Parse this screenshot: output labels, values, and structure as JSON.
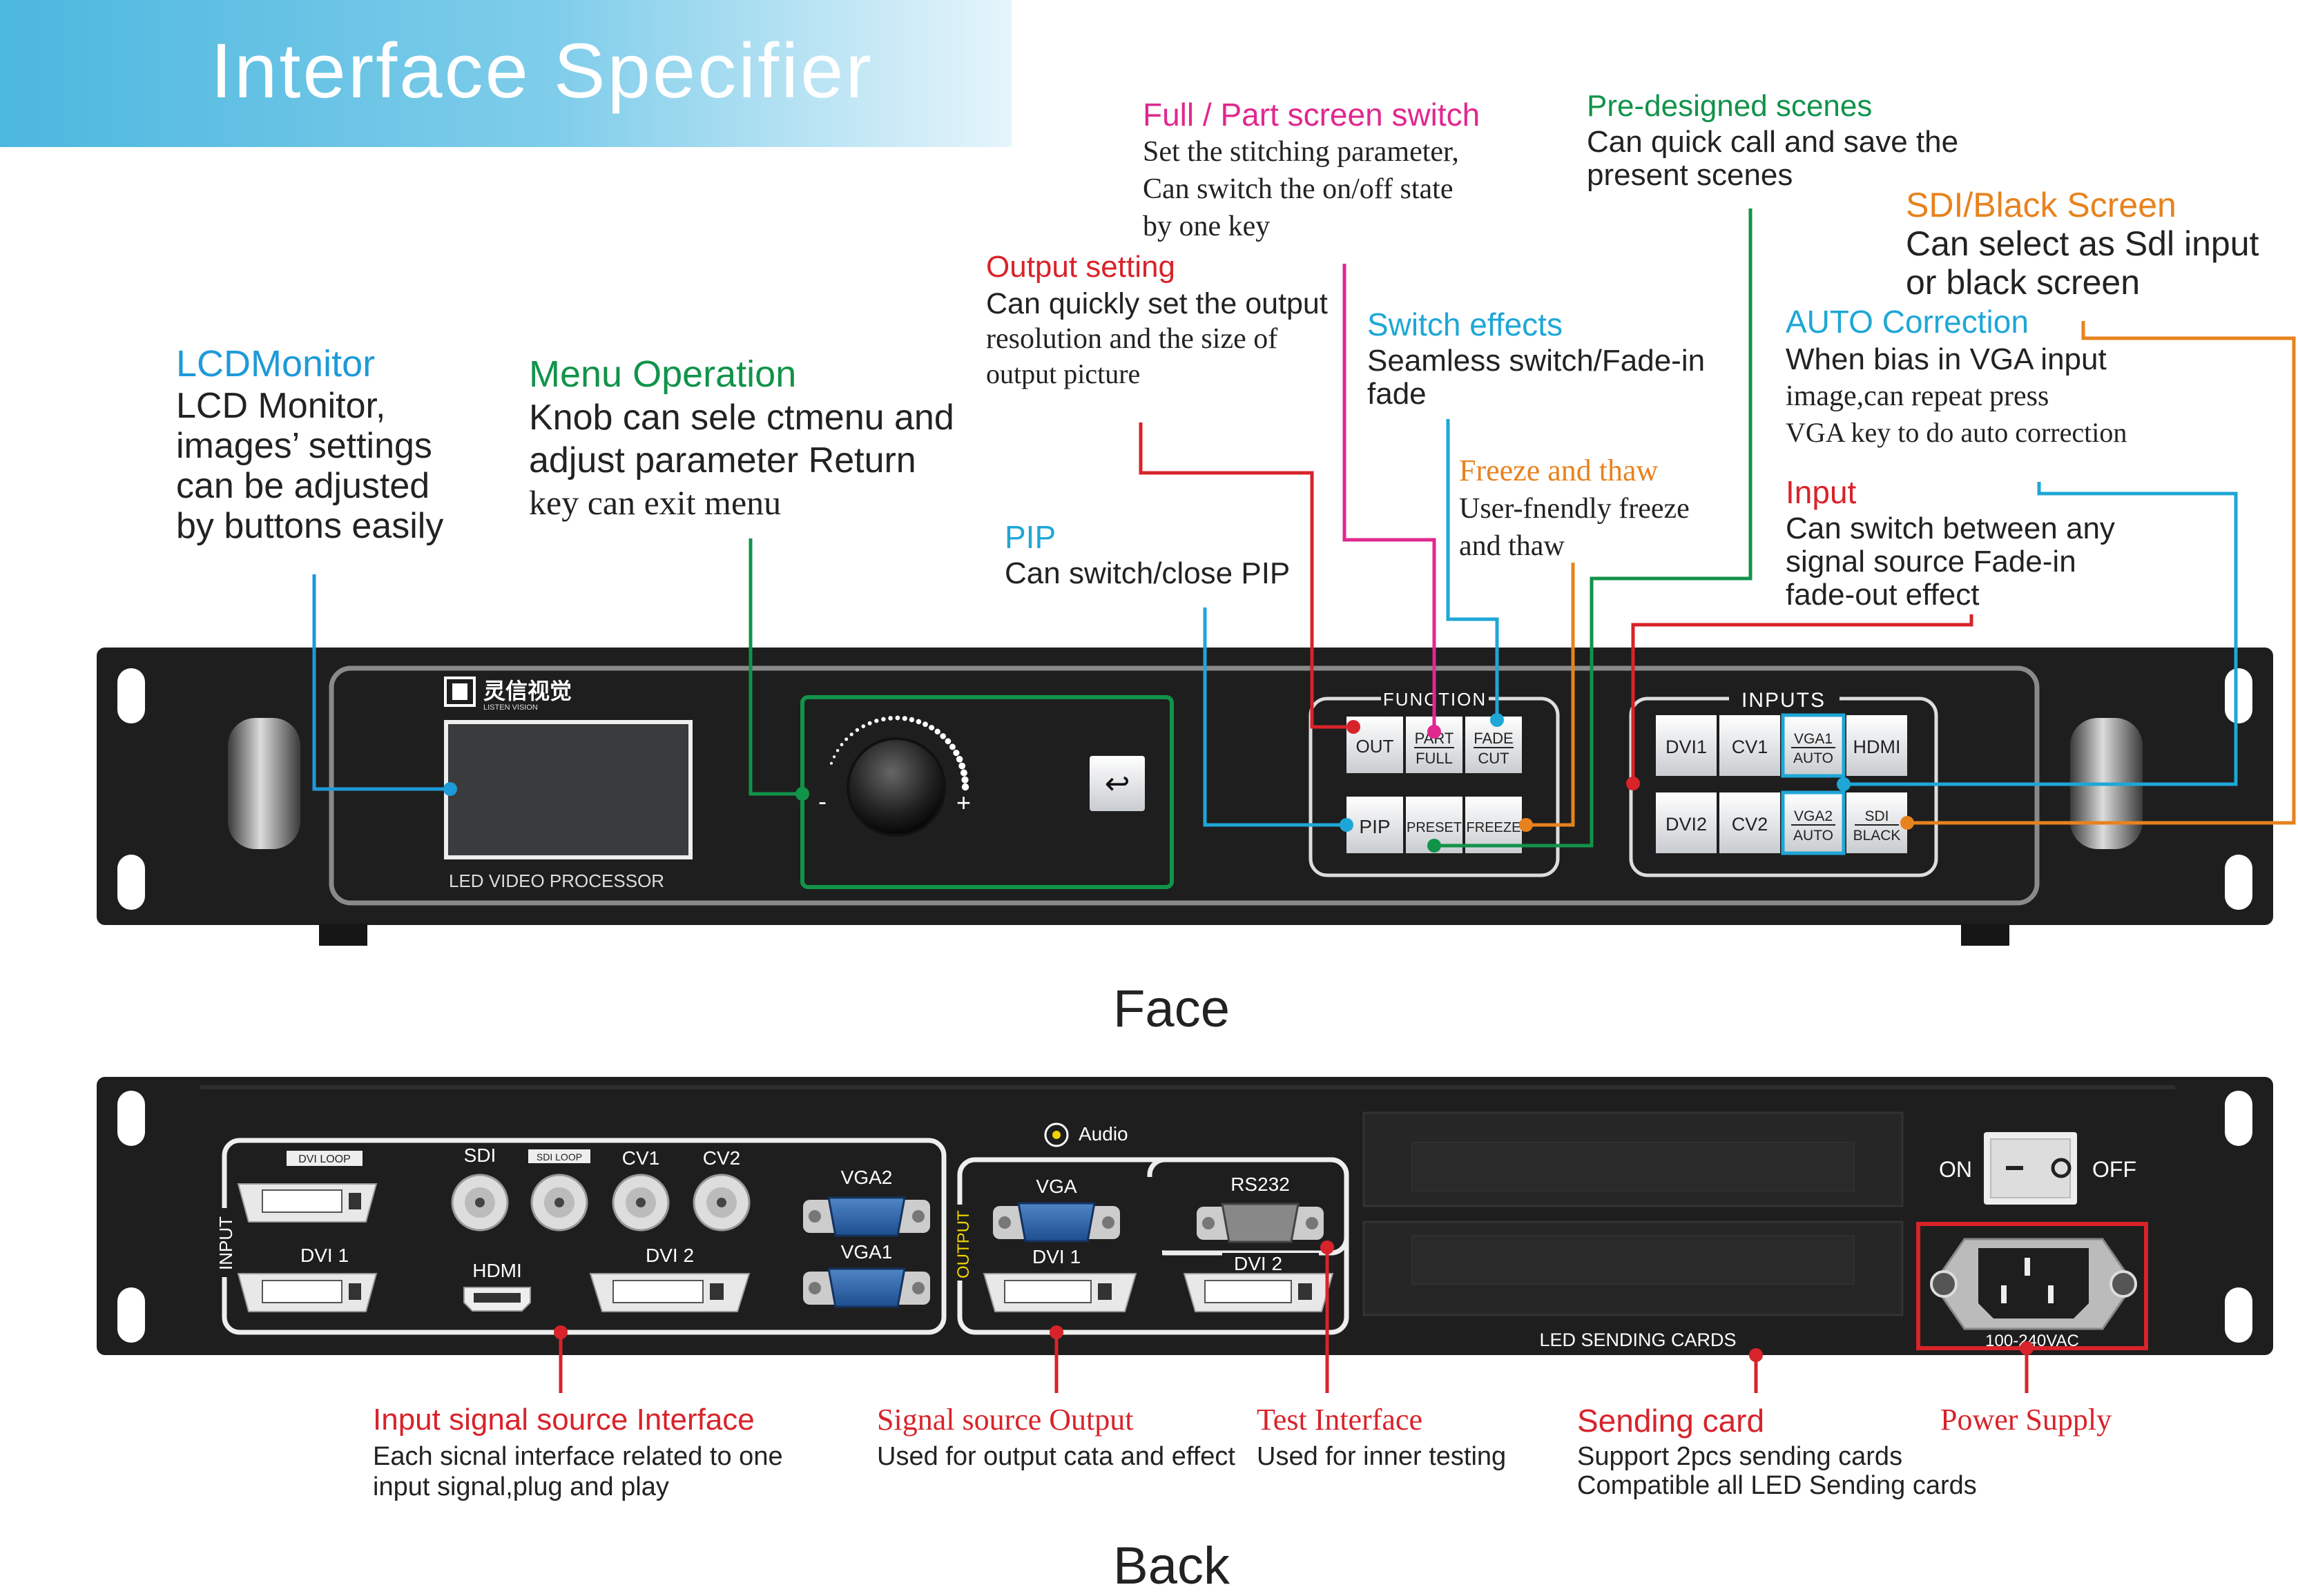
{
  "banner": {
    "title": "Interface Specifier"
  },
  "sections": {
    "face": "Face",
    "back": "Back"
  },
  "colors": {
    "blue": "#1e9ad8",
    "green": "#11934a",
    "red": "#d8232a",
    "magenta": "#e0288f",
    "cyan": "#1ea7d6",
    "orange": "#e8821e",
    "banner": "#4cb7df"
  },
  "face_annotations": {
    "lcd_monitor": {
      "title": "LCDMonitor",
      "lines": [
        "LCD Monitor,",
        "images’ settings",
        "can be adjusted",
        "by buttons easily"
      ]
    },
    "menu_operation": {
      "title": "Menu Operation",
      "lines": [
        "Knob can sele ctmenu and",
        "adjust parameter Return",
        "key can exit menu"
      ]
    },
    "pip": {
      "title": "PIP",
      "lines": [
        "Can switch/close PIP"
      ]
    },
    "output_setting": {
      "title": "Output setting",
      "lines": [
        "Can quickly set the output",
        "resolution and the size of",
        "output picture"
      ]
    },
    "full_part": {
      "title": "Full / Part screen switch",
      "lines": [
        "Set the stitching parameter,",
        "Can switch the on/off state",
        "by one key"
      ]
    },
    "switch_effects": {
      "title": "Switch effects",
      "lines": [
        "Seamless switch/Fade-in",
        "fade"
      ]
    },
    "freeze": {
      "title": "Freeze and thaw",
      "lines": [
        "User-fnendly freeze",
        "and thaw"
      ]
    },
    "pre_designed": {
      "title": "Pre-designed scenes",
      "lines": [
        "Can quick call and save the",
        "present scenes"
      ]
    },
    "sdi_black": {
      "title": "SDI/Black Screen",
      "lines": [
        "Can select as Sdl input",
        "or black screen"
      ]
    },
    "auto_correction": {
      "title": "AUTO Correction",
      "lines": [
        "When bias in VGA input",
        "image,can repeat press",
        "VGA key to do auto correction"
      ]
    },
    "input": {
      "title": "Input",
      "lines": [
        "Can switch between any",
        "signal source Fade-in",
        "fade-out effect"
      ]
    }
  },
  "front_panel": {
    "brand": "灵信视觉",
    "brand_sub": "LISTEN VISION",
    "model_label": "LED VIDEO PROCESSOR",
    "knob_minus": "-",
    "knob_plus": "+",
    "return_glyph": "↩",
    "function_group": "FUNCTION",
    "inputs_group": "INPUTS",
    "function_buttons": {
      "out": "OUT",
      "part_top": "PART",
      "part_bottom": "FULL",
      "fade_top": "FADE",
      "fade_bottom": "CUT",
      "pip": "PIP",
      "preset": "PRESET",
      "freeze": "FREEZE"
    },
    "input_buttons": {
      "dvi1": "DVI1",
      "cv1": "CV1",
      "vga1_top": "VGA1",
      "vga1_bottom": "AUTO",
      "hdmi": "HDMI",
      "dvi2": "DVI2",
      "cv2": "CV2",
      "vga2_top": "VGA2",
      "vga2_bottom": "AUTO",
      "sdi_top": "SDI",
      "sdi_bottom": "BLACK"
    }
  },
  "back_panel": {
    "input_group": "INPUT",
    "output_group": "OUTPUT",
    "dvi_loop": "DVI LOOP",
    "sdi": "SDI",
    "sdi_loop": "SDI LOOP",
    "cv1": "CV1",
    "cv2": "CV2",
    "vga2": "VGA2",
    "vga1": "VGA1",
    "dvi1_in": "DVI 1",
    "hdmi": "HDMI",
    "dvi2_in": "DVI 2",
    "audio": "Audio",
    "vga_out": "VGA",
    "dvi1_out": "DVI 1",
    "rs232": "RS232",
    "dvi2_out": "DVI 2",
    "sending_cards": "LED SENDING CARDS",
    "on": "ON",
    "off": "OFF",
    "voltage": "100-240VAC"
  },
  "back_annotations": {
    "input_signal": {
      "title": "Input signal source Interface",
      "lines": [
        "Each sicnal interface related to one",
        "input signal,plug and play"
      ]
    },
    "signal_output": {
      "title": "Signal source Output",
      "lines": [
        "Used for output cata and effect"
      ]
    },
    "test_interface": {
      "title": "Test Interface",
      "lines": [
        "Used for inner testing"
      ]
    },
    "sending_card": {
      "title": "Sending card",
      "lines": [
        "Support 2pcs sending cards",
        "Compatible all LED Sending cards"
      ]
    },
    "power_supply": {
      "title": "Power Supply",
      "lines": []
    }
  }
}
